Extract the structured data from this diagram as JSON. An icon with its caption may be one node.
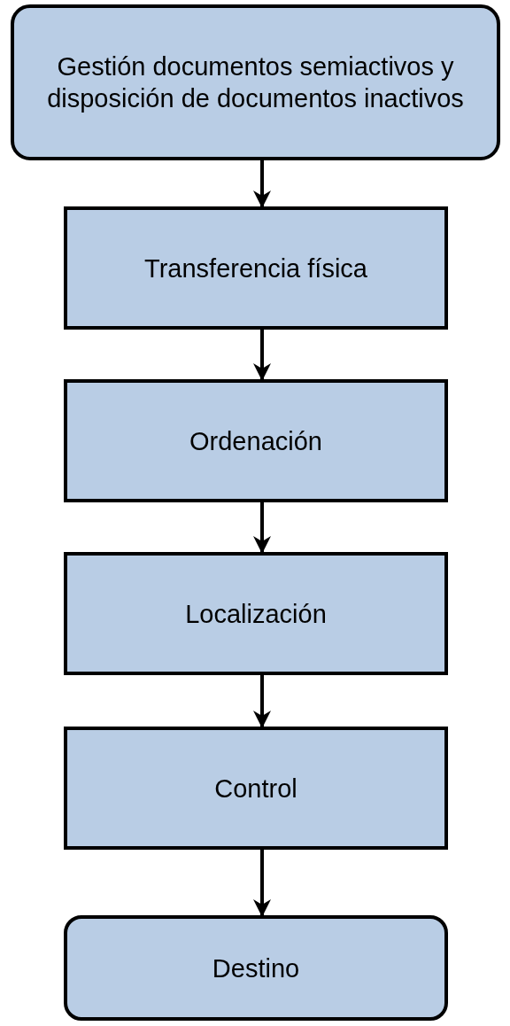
{
  "diagram": {
    "nodes": [
      {
        "text": [
          "Gestión documentos semiactivos y disposición de documentos inactivos"
        ]
      },
      {
        "text": [
          "Transferencia física"
        ]
      },
      {
        "text": [
          "Ordenación"
        ]
      },
      {
        "text": [
          "Localización"
        ]
      },
      {
        "text": [
          "Control"
        ]
      },
      {
        "text": [
          "Destino"
        ]
      }
    ],
    "edges": [
      {
        "from": 0,
        "to": 1,
        "arrow": "to"
      },
      {
        "from": 1,
        "to": 2,
        "arrow": "to"
      },
      {
        "from": 2,
        "to": 3,
        "arrow": "to"
      },
      {
        "from": 3,
        "to": 4,
        "arrow": "to"
      },
      {
        "from": 4,
        "to": 5,
        "arrow": "to"
      }
    ]
  }
}
